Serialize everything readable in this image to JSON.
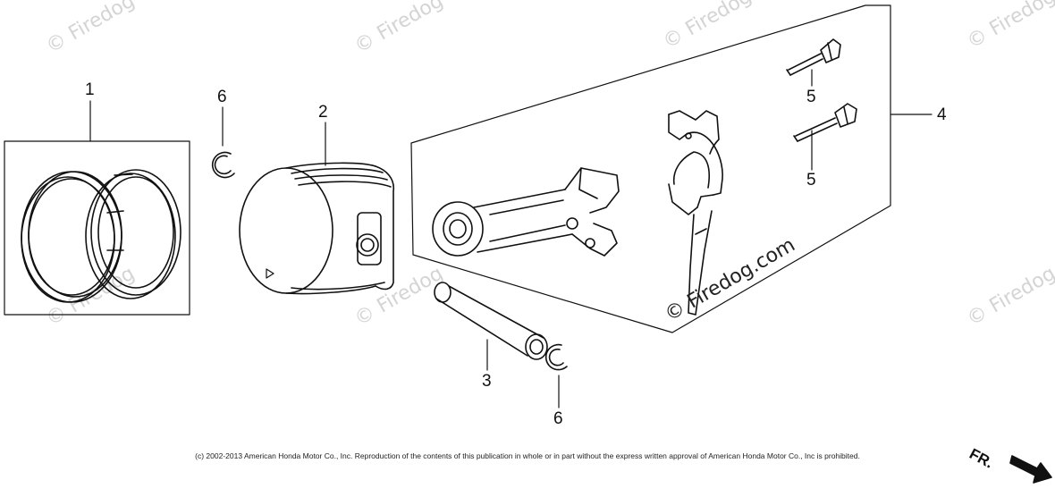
{
  "watermark": "© Firedog",
  "watermark_main": "© Firedog.com",
  "callouts": {
    "piston_ring_set": "1",
    "piston": "2",
    "piston_pin": "3",
    "connecting_rod_assy": "4",
    "rod_bolt_upper": "5",
    "rod_bolt_lower": "5",
    "pin_clip_upper": "6",
    "pin_clip_lower": "6"
  },
  "copyright": "(c) 2002-2013 American Honda Motor Co., Inc. Reproduction of the contents of this publication in whole or in part without the express written approval of American Honda Motor Co., Inc is prohibited.",
  "direction_label": "FR."
}
